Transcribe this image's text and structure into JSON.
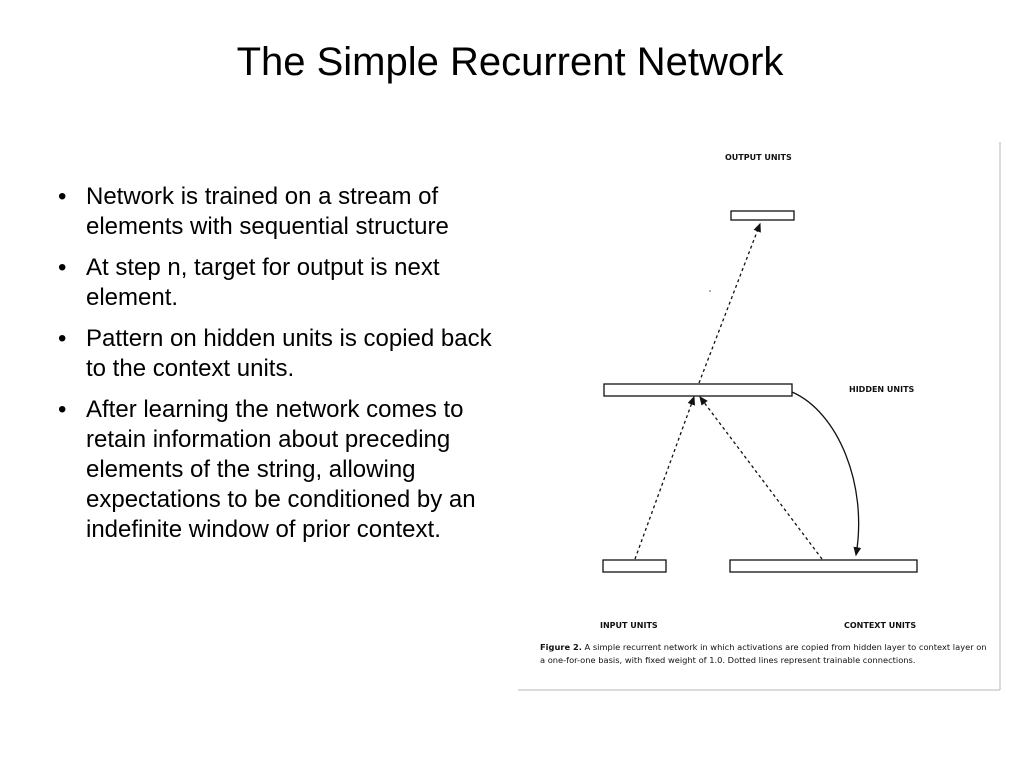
{
  "slide": {
    "title": "The Simple Recurrent Network",
    "bullets": [
      "Network is trained on a stream of elements with sequential structure",
      "At step n, target for output is next element.",
      "Pattern on hidden units is copied back to the context units.",
      "After learning the network comes to retain information about preceding elements of the string, allowing expectations to be conditioned by an indefinite window of prior context."
    ],
    "bullet_symbol": "•"
  },
  "figure": {
    "labels": {
      "output": "OUTPUT UNITS",
      "hidden": "HIDDEN UNITS",
      "input": "INPUT UNITS",
      "context": "CONTEXT UNITS"
    },
    "caption_prefix": "Figure 2.",
    "caption_text": " A simple recurrent network in which activations are copied from hidden layer to context layer on a one-for-one basis, with fixed weight of 1.0. Dotted lines represent trainable connections."
  }
}
